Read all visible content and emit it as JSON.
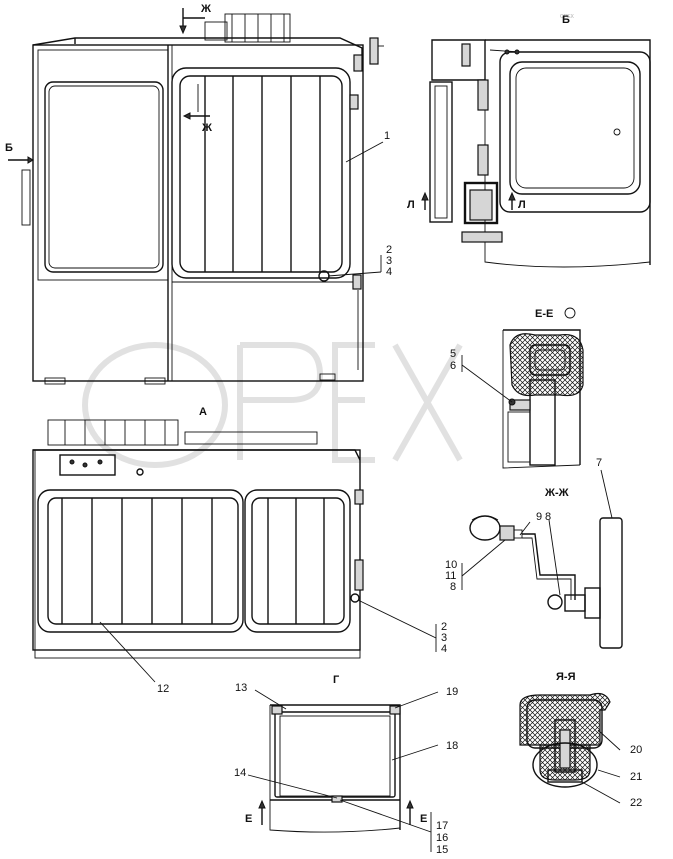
{
  "views": {
    "top_arrow": "Ж",
    "left_arrow": "Б",
    "door_arrow": "Ж",
    "view_b": "Б",
    "view_a": "А",
    "view_g": "Г",
    "section_ee": "Е-Е",
    "section_zhzh": "Ж-Ж",
    "section_yaya": "Я-Я",
    "mark_l_left": "Л",
    "mark_l_right": "Л",
    "mark_e_left": "Е",
    "mark_e_right": "Е"
  },
  "callouts": {
    "c1": "1",
    "c2a": "2",
    "c3a": "3",
    "c4a": "4",
    "c5": "5",
    "c6": "6",
    "c7": "7",
    "c8": "8",
    "c9": "9",
    "c10": "10",
    "c11": "11",
    "c8b": "8",
    "c2b": "2",
    "c3b": "3",
    "c4b": "4",
    "c12": "12",
    "c13": "13",
    "c19": "19",
    "c18": "18",
    "c14": "14",
    "c17": "17",
    "c16": "16",
    "c15": "15",
    "c20": "20",
    "c21": "21",
    "c22": "22"
  },
  "watermark": "OPEX"
}
